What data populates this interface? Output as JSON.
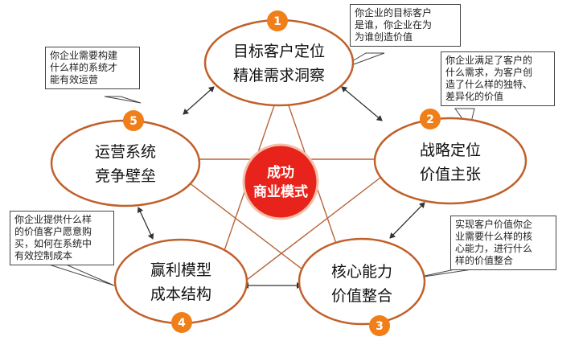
{
  "center": {
    "line1": "成功",
    "line2": "商业模式"
  },
  "nodes": [
    {
      "number": "1",
      "line1": "目标客户定位",
      "line2": "精准需求洞察"
    },
    {
      "number": "2",
      "line1": "战略定位",
      "line2": "价值主张"
    },
    {
      "number": "3",
      "line1": "核心能力",
      "line2": "价值整合"
    },
    {
      "number": "4",
      "line1": "赢利模型",
      "line2": "成本结构"
    },
    {
      "number": "5",
      "line1": "运营系统",
      "line2": "竞争壁垒"
    }
  ],
  "notes": {
    "n1": [
      "你企业的目标客户",
      "是谁，你企业在为",
      "为谁创造价值"
    ],
    "n2": [
      "你企业满足了客户的",
      "什么需求，为客户创",
      "造了什么样的独特、",
      "差异化的价值"
    ],
    "n3": [
      "实现客户价值你企",
      "业需要什么样的核",
      "心能力，进行什么",
      "样的价值整合"
    ],
    "n4": [
      "你企业提供什么样",
      "的价值客户愿意购",
      "买，如何在系统中",
      "有效控制成本"
    ],
    "n5": [
      "你企业需要构建",
      "什么样的系统才",
      "能有效运营"
    ]
  },
  "colors": {
    "node_border": "#c0602a",
    "star_line": "#b8643a",
    "center_fill": "#e8231c",
    "badge_fill": "#f07f1a",
    "arrow": "#333333"
  }
}
